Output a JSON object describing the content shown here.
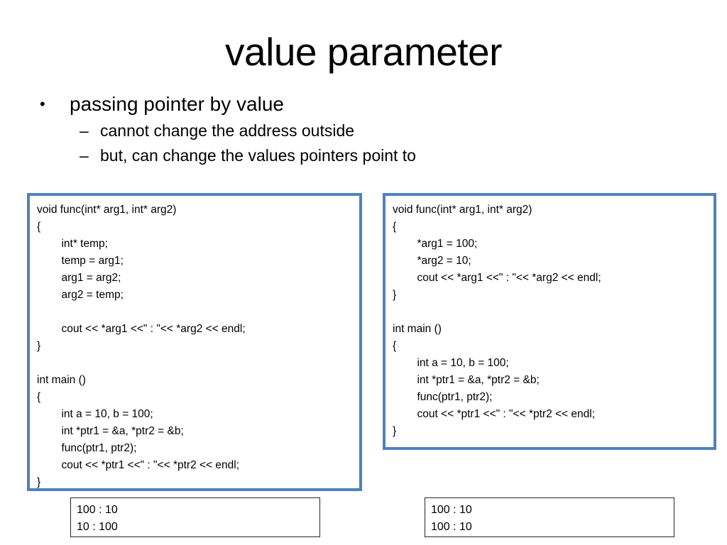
{
  "slide": {
    "title": "value parameter",
    "bullets": [
      {
        "level": 1,
        "marker": "•",
        "text": "passing pointer by value"
      },
      {
        "level": 2,
        "marker": "–",
        "text": "cannot change the address outside"
      },
      {
        "level": 2,
        "marker": "–",
        "text": "but, can change the values pointers point to"
      }
    ],
    "accent_color": "#4F81BD",
    "output_border_color": "#262626",
    "background_color": "#FFFFFF"
  },
  "code_left": {
    "lines": [
      "void func(int* arg1, int* arg2)",
      "{",
      "        int* temp;",
      "        temp = arg1;",
      "        arg1 = arg2;",
      "        arg2 = temp;",
      "",
      "        cout << *arg1 <<\" : \"<< *arg2 << endl;",
      "}",
      "",
      "int main ()",
      "{",
      "        int a = 10, b = 100;",
      "        int *ptr1 = &a, *ptr2 = &b;",
      "        func(ptr1, ptr2);",
      "        cout << *ptr1 <<\" : \"<< *ptr2 << endl;",
      "}"
    ]
  },
  "code_right": {
    "lines": [
      "void func(int* arg1, int* arg2)",
      "{",
      "        *arg1 = 100;",
      "        *arg2 = 10;",
      "        cout << *arg1 <<\" : \"<< *arg2 << endl;",
      "}",
      "",
      "int main ()",
      "{",
      "        int a = 10, b = 100;",
      "        int *ptr1 = &a, *ptr2 = &b;",
      "        func(ptr1, ptr2);",
      "        cout << *ptr1 <<\" : \"<< *ptr2 << endl;",
      "}"
    ]
  },
  "output_left": {
    "lines": [
      "100 : 10",
      "10 : 100"
    ]
  },
  "output_right": {
    "lines": [
      "100 : 10",
      "100 : 10"
    ]
  }
}
